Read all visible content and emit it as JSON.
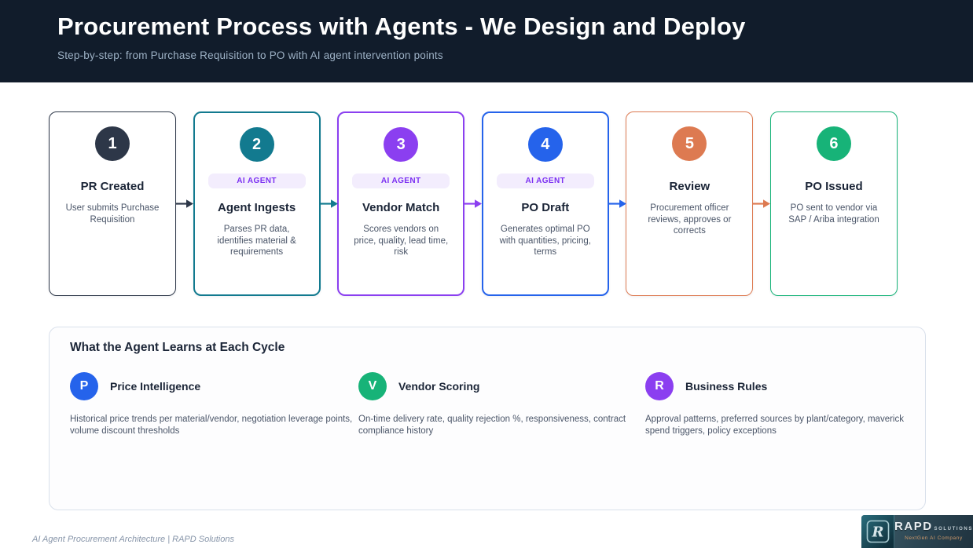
{
  "header": {
    "title": "Procurement Process with Agents - We Design and Deploy",
    "subtitle": "Step-by-step: from Purchase Requisition to PO with AI agent intervention points"
  },
  "flow": {
    "badge_bg": "#f3edfd",
    "badge_text_color": "#7b2ff2",
    "steps": [
      {
        "number": "1",
        "title": "PR Created",
        "badge": null,
        "description": "User submits Purchase Requisition",
        "color": "#2d3748"
      },
      {
        "number": "2",
        "title": "Agent Ingests",
        "badge": "AI AGENT",
        "description": "Parses PR data, identifies material & requirements",
        "color": "#127a8f"
      },
      {
        "number": "3",
        "title": "Vendor Match",
        "badge": "AI AGENT",
        "description": "Scores vendors on price, quality, lead time, risk",
        "color": "#8b3ff0"
      },
      {
        "number": "4",
        "title": "PO Draft",
        "badge": "AI AGENT",
        "description": "Generates optimal PO with quantities, pricing, terms",
        "color": "#2563eb"
      },
      {
        "number": "5",
        "title": "Review",
        "badge": null,
        "description": "Procurement officer reviews, approves or corrects",
        "color": "#dd7a51"
      },
      {
        "number": "6",
        "title": "PO Issued",
        "badge": null,
        "description": "PO sent to vendor via SAP / Ariba integration",
        "color": "#17b378"
      }
    ]
  },
  "learning": {
    "heading": "What the Agent Learns at Each Cycle",
    "items": [
      {
        "initial": "P",
        "title": "Price Intelligence",
        "description": "Historical price trends per material/vendor, negotiation leverage points, volume discount thresholds",
        "color": "#2563eb"
      },
      {
        "initial": "V",
        "title": "Vendor Scoring",
        "description": "On-time delivery rate, quality rejection %, responsiveness, contract compliance history",
        "color": "#17b378"
      },
      {
        "initial": "R",
        "title": "Business Rules",
        "description": "Approval patterns, preferred sources by plant/category, maverick spend triggers, policy exceptions",
        "color": "#8b3ff0"
      }
    ]
  },
  "footer": {
    "caption": "AI Agent Procurement Architecture  | RAPD Solutions"
  },
  "logo": {
    "monogram": "R",
    "brand": "RAPD",
    "brand_suffix": "SOLUTIONS",
    "tagline": "NextGen AI Company"
  }
}
